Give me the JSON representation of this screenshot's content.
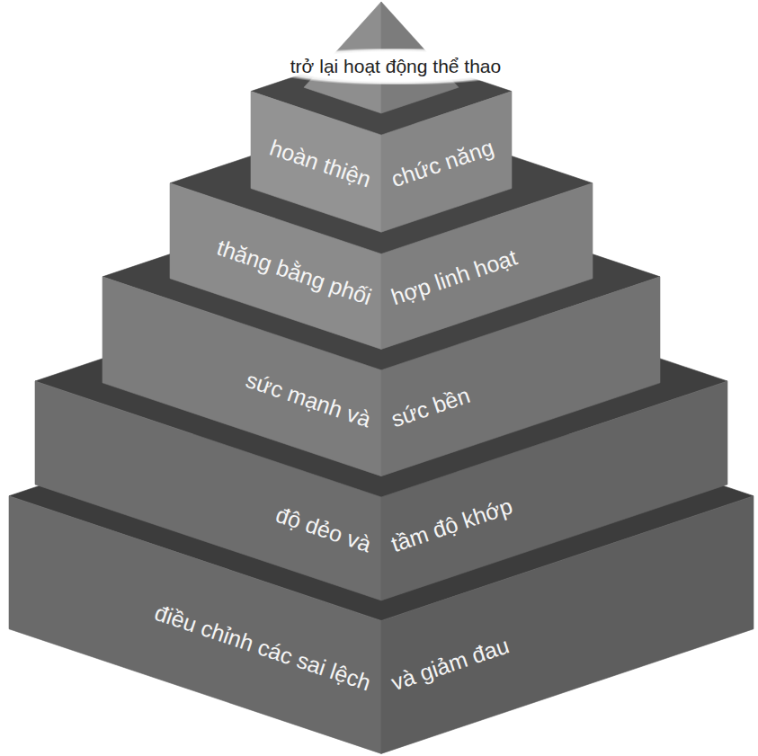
{
  "diagram": {
    "nodes": [
      {
        "text": [
          "trở lại hoạt động thể thao"
        ]
      },
      {
        "text": [
          "hoàn thiện",
          "chức năng"
        ]
      },
      {
        "text": [
          "thăng bằng phối",
          "hợp linh hoạt"
        ]
      },
      {
        "text": [
          "sức mạnh và",
          "sức bền"
        ]
      },
      {
        "text": [
          "độ dẻo và",
          "tầm độ khớp"
        ]
      },
      {
        "text": [
          "điều chỉnh các sai lệch",
          "và giảm đau"
        ]
      }
    ]
  }
}
